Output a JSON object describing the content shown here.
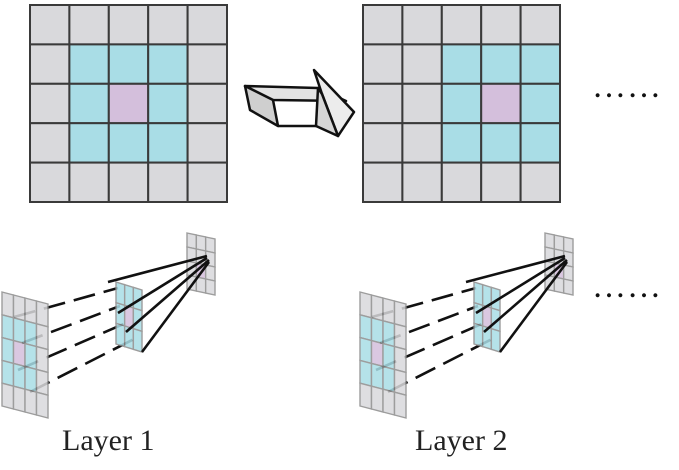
{
  "labels": {
    "layer_1": "Layer 1",
    "layer_2": "Layer 2"
  },
  "ellipsis": "……",
  "colors": {
    "cell_gray": "#d9d9dc",
    "cell_blue": "#a9dde6",
    "cell_center": "#d4bfdc",
    "grid_line": "#3a3a3a",
    "arrow_fill": "#e3e3e3",
    "ink": "#111111"
  },
  "grids": [
    {
      "name": "layer-1-grid",
      "rows": 5,
      "cols": 5,
      "center": [
        2,
        2
      ],
      "neighborhood": 1
    },
    {
      "name": "layer-2-grid",
      "rows": 5,
      "cols": 5,
      "center": [
        2,
        3
      ],
      "neighborhood": 1
    }
  ]
}
